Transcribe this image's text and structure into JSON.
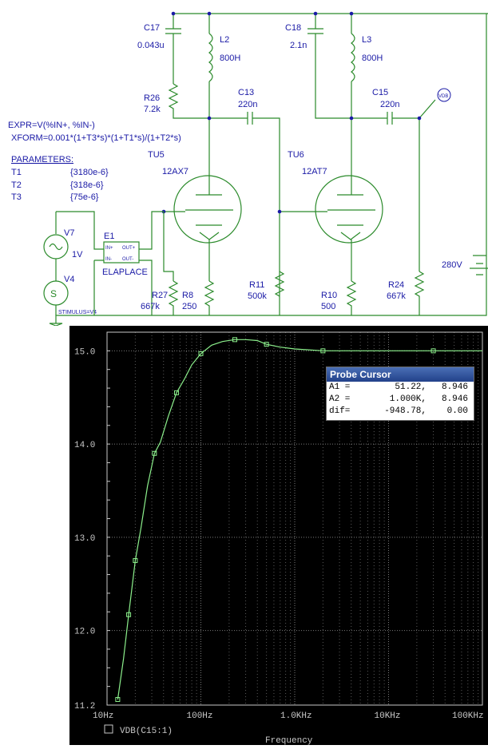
{
  "schematic": {
    "expr": "EXPR=V(%IN+, %IN-)",
    "xform": "XFORM=0.001*(1+T3*s)*(1+T1*s)/(1+T2*s)",
    "parameters_title": "PARAMETERS:",
    "params": [
      {
        "name": "T1",
        "value": "{3180e-6}"
      },
      {
        "name": "T2",
        "value": "{318e-6}"
      },
      {
        "name": "T3",
        "value": "{75e-6}"
      }
    ],
    "c17": {
      "name": "C17",
      "value": "0.043u"
    },
    "l2": {
      "name": "L2",
      "value": "800H"
    },
    "r26": {
      "name": "R26",
      "value": "7.2k"
    },
    "c13": {
      "name": "C13",
      "value": "220n"
    },
    "c18": {
      "name": "C18",
      "value": "2.1n"
    },
    "l3": {
      "name": "L3",
      "value": "800H"
    },
    "c15": {
      "name": "C15",
      "value": "220n"
    },
    "tu5": {
      "name": "TU5",
      "value": "12AX7"
    },
    "tu6": {
      "name": "TU6",
      "value": "12AT7"
    },
    "v7": {
      "name": "V7",
      "value": "1V"
    },
    "v4": {
      "name": "V4",
      "symbol": "S"
    },
    "e1": {
      "name": "E1",
      "label": "ELAPLACE",
      "pin_in_plus": "IN+",
      "pin_in_minus": "IN-",
      "pin_out_plus": "OUT+",
      "pin_out_minus": "OUT-"
    },
    "r27": {
      "name": "R27",
      "value": "667k"
    },
    "r8": {
      "name": "R8",
      "value": "250"
    },
    "r11": {
      "name": "R11",
      "value": "500k"
    },
    "r10": {
      "name": "R10",
      "value": "500"
    },
    "r24": {
      "name": "R24",
      "value": "667k"
    },
    "supply": "280V",
    "stimulus": "STIMULUS=V4",
    "ground": "0",
    "probe_label": "VDB"
  },
  "plot": {
    "y_ticks": [
      "15.0",
      "14.0",
      "13.0",
      "12.0",
      "11.2"
    ],
    "x_ticks": [
      "10Hz",
      "100Hz",
      "1.0KHz",
      "10KHz",
      "100KHz"
    ],
    "x_label": "Frequency",
    "trace_label": "VDB(C15:1)",
    "trace_color": "#8cf08c"
  },
  "probe_cursor": {
    "title": "Probe Cursor",
    "rows": [
      {
        "label": "A1 =",
        "x": "51.22,",
        "y": "8.946"
      },
      {
        "label": "A2 =",
        "x": "1.000K,",
        "y": "8.946"
      },
      {
        "label": "dif=",
        "x": "-948.78,",
        "y": "0.00"
      }
    ]
  },
  "chart_data": {
    "type": "line",
    "xlabel": "Frequency",
    "ylabel": "",
    "x_scale": "log",
    "xlim": [
      10,
      100000
    ],
    "ylim": [
      11.2,
      15.2
    ],
    "grid": true,
    "series": [
      {
        "name": "VDB(C15:1)",
        "x": [
          13,
          15,
          17,
          20,
          23,
          27,
          32,
          37,
          45,
          55,
          67,
          80,
          100,
          130,
          170,
          230,
          300,
          400,
          500,
          700,
          1000,
          2000,
          4000,
          10000,
          30000,
          100000
        ],
        "y": [
          11.26,
          11.7,
          12.17,
          12.75,
          13.1,
          13.55,
          13.9,
          14.02,
          14.3,
          14.55,
          14.7,
          14.85,
          14.97,
          15.06,
          15.1,
          15.12,
          15.12,
          15.11,
          15.07,
          15.04,
          15.02,
          15.0,
          15.0,
          15.0,
          15.0,
          15.0
        ]
      }
    ]
  }
}
